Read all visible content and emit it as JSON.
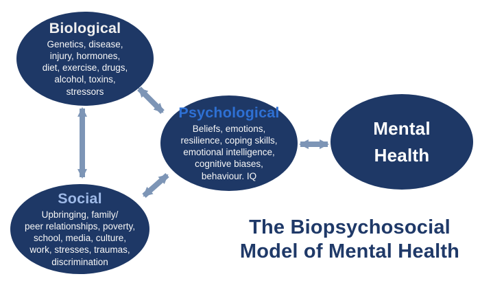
{
  "heading": {
    "text": "The Biopsychosocial\nModel of Mental Health"
  },
  "nodes": {
    "biological": {
      "title": "Biological",
      "body": "Genetics, disease,\ninjury, hormones,\ndiet, exercise, drugs,\nalcohol, toxins,\nstressors"
    },
    "psychological": {
      "title": "Psychological",
      "body": "Beliefs, emotions,\nresilience, coping skills,\nemotional intelligence,\ncognitive biases,\nbehaviour. IQ"
    },
    "social": {
      "title": "Social",
      "body": "Upbringing, family/\npeer relationships, poverty,\nschool, media, culture,\nwork, stresses, traumas,\ndiscrimination"
    },
    "mental_health": {
      "title": "Mental\nHealth"
    }
  },
  "connections": [
    {
      "from": "Biological",
      "to": "Social",
      "type": "double-arrow"
    },
    {
      "from": "Biological",
      "to": "Psychological",
      "type": "double-arrow"
    },
    {
      "from": "Social",
      "to": "Psychological",
      "type": "double-arrow"
    },
    {
      "from": "Psychological",
      "to": "Mental Health",
      "type": "double-arrow"
    }
  ],
  "colors": {
    "navy": "#1e3866",
    "arrow": "#7d95b6",
    "bio-title": "#efefef",
    "psych-title": "#2e70d4",
    "social-title": "#9fbae8",
    "mental-title": "#ffffff",
    "body-text": "#f7f7f7",
    "heading": "#1f3968",
    "bg": "#ffffff"
  }
}
